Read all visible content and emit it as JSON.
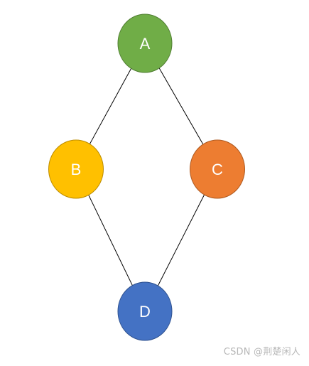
{
  "diagram": {
    "nodes": [
      {
        "id": "A",
        "label": "A",
        "fill": "#70AD47",
        "stroke": "#507E32"
      },
      {
        "id": "B",
        "label": "B",
        "fill": "#FFC000",
        "stroke": "#BC8C00"
      },
      {
        "id": "C",
        "label": "C",
        "fill": "#ED7D31",
        "stroke": "#AE5A21"
      },
      {
        "id": "D",
        "label": "D",
        "fill": "#4472C4",
        "stroke": "#2F528F"
      }
    ],
    "edges": [
      {
        "from": "A",
        "to": "B"
      },
      {
        "from": "A",
        "to": "C"
      },
      {
        "from": "B",
        "to": "D"
      },
      {
        "from": "C",
        "to": "D"
      }
    ],
    "edge_color": "#000000"
  },
  "watermark": {
    "text": "CSDN @荆楚闲人"
  }
}
